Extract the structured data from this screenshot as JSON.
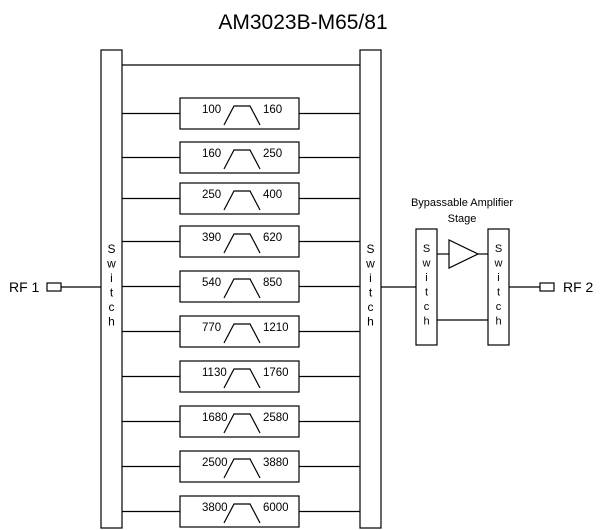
{
  "title": "AM3023B-M65/81",
  "ports": {
    "input": "RF 1",
    "output": "RF 2"
  },
  "switch_label": "Switch",
  "amplifier_stage": {
    "line1": "Bypassable Amplifier",
    "line2": "Stage"
  },
  "filters": [
    {
      "low": "100",
      "high": "160"
    },
    {
      "low": "160",
      "high": "250"
    },
    {
      "low": "250",
      "high": "400"
    },
    {
      "low": "390",
      "high": "620"
    },
    {
      "low": "540",
      "high": "850"
    },
    {
      "low": "770",
      "high": "1210"
    },
    {
      "low": "1130",
      "high": "1760"
    },
    {
      "low": "1680",
      "high": "2580"
    },
    {
      "low": "2500",
      "high": "3880"
    },
    {
      "low": "3800",
      "high": "6000"
    }
  ]
}
